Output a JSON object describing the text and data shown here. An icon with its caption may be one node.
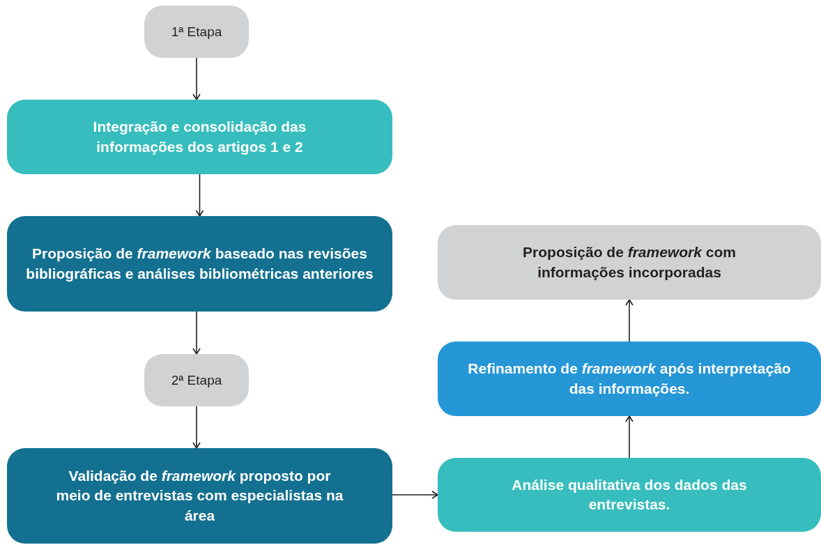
{
  "diagram": {
    "nodes": [
      {
        "text": [
          "1ª Etapa"
        ]
      },
      {
        "text": [
          "Integração e consolidação das informações dos artigos 1 e 2"
        ]
      },
      {
        "text": [
          "Proposição de *framework* baseado nas revisões bibliográficas e análises bibliométricas anteriores"
        ]
      },
      {
        "text": [
          "2ª Etapa"
        ]
      },
      {
        "text": [
          "Validação de *framework* proposto por meio de entrevistas com especialistas na área"
        ]
      },
      {
        "text": [
          "Análise qualitativa dos dados das entrevistas."
        ]
      },
      {
        "text": [
          "Refinamento de *framework* após interpretação das informações."
        ]
      },
      {
        "text": [
          "Proposição de *framework* com informações incorporadas"
        ]
      }
    ],
    "edges": [
      {
        "from": 0,
        "to": 1,
        "arrow": "to"
      },
      {
        "from": 1,
        "to": 2,
        "arrow": "to"
      },
      {
        "from": 2,
        "to": 3,
        "arrow": "to"
      },
      {
        "from": 3,
        "to": 4,
        "arrow": "to"
      },
      {
        "from": 4,
        "to": 5,
        "arrow": "to"
      },
      {
        "from": 5,
        "to": 6,
        "arrow": "to"
      },
      {
        "from": 6,
        "to": 7,
        "arrow": "to"
      }
    ]
  }
}
